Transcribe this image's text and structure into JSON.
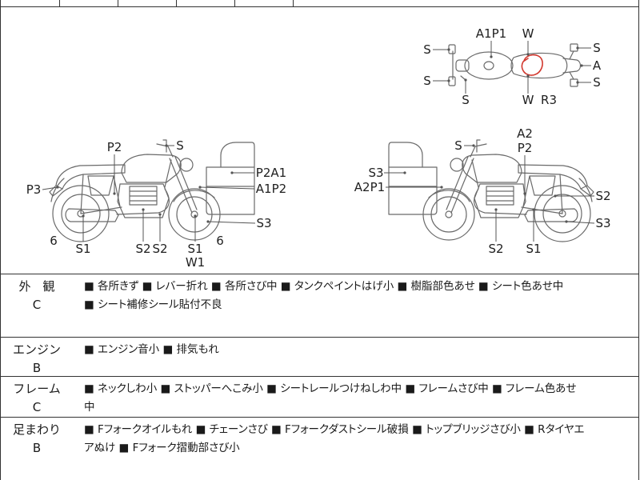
{
  "diagram": {
    "top_view": {
      "labels": [
        "A1P1",
        "W",
        "S",
        "S",
        "S",
        "W",
        "R3",
        "S",
        "A",
        "S"
      ]
    },
    "left_view": {
      "labels": [
        "P2",
        "S",
        "P2A1",
        "P3",
        "A1P2",
        "S3",
        "6",
        "6",
        "S1",
        "S2",
        "S2",
        "S1",
        "W1"
      ]
    },
    "right_view": {
      "labels": [
        "A2",
        "P2",
        "S",
        "S3",
        "A2P1",
        "S2",
        "S3",
        "S2",
        "S1"
      ]
    }
  },
  "inspection_rows": [
    {
      "category": "外　観",
      "grade": "C",
      "lines": [
        "■ 各所きず ■ レバー折れ ■ 各所さび中 ■ タンクペイントはげ小 ■ 樹脂部色あせ ■ シート色あせ中",
        "■ シート補修シール貼付不良"
      ]
    },
    {
      "category": "エンジン",
      "grade": "B",
      "lines": [
        "■ エンジン音小 ■ 排気もれ"
      ]
    },
    {
      "category": "フレーム",
      "grade": "C",
      "lines": [
        "■ ネックしわ小 ■ ストッパーへこみ小 ■ シートレールつけねしわ中 ■ フレームさび中 ■ フレーム色あせ",
        "中"
      ]
    },
    {
      "category": "足まわり",
      "grade": "B",
      "lines": [
        "■ Fフォークオイルもれ ■ チェーンさび ■ Fフォークダストシール破損 ■ トップブリッジさび小 ■ Rタイヤエ",
        "アぬけ ■ Fフォーク摺動部さび小"
      ]
    }
  ],
  "colors": {
    "damage_mark": "#d2382e",
    "diagram_line": "#6a6a6a",
    "border": "#333333"
  }
}
